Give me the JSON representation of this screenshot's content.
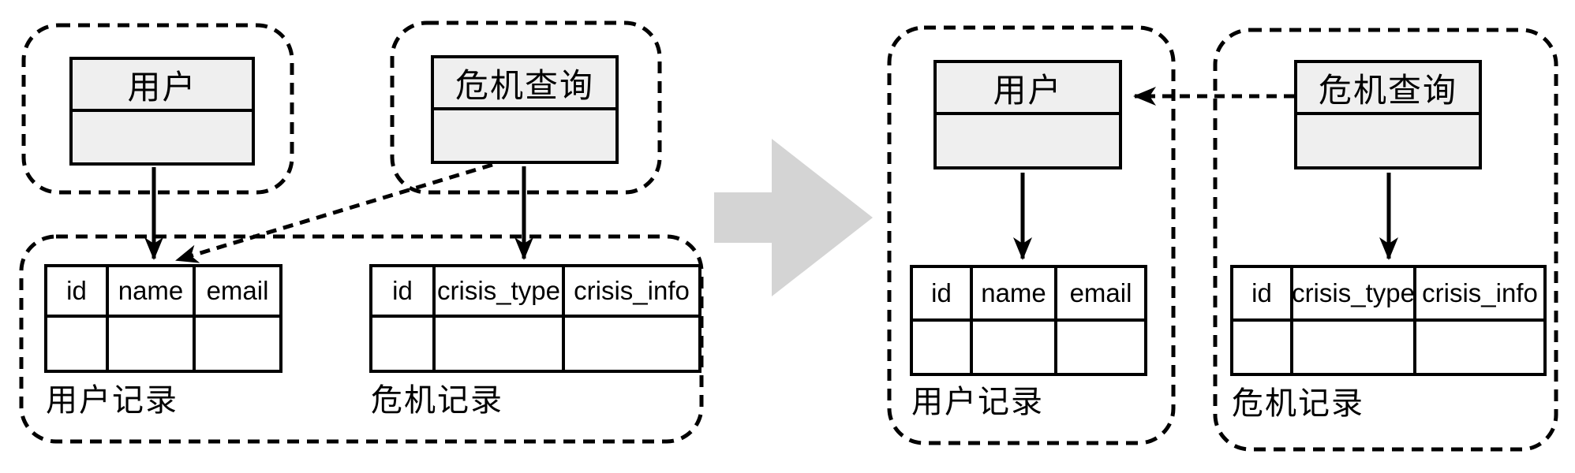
{
  "diagram": {
    "description_colors": {
      "class_fill": "#efefef",
      "stroke": "#000000",
      "transform_arrow": "#d4d4d4"
    },
    "before": {
      "user_class": {
        "title": "用户"
      },
      "crisis_class": {
        "title": "危机查询"
      },
      "user_table": {
        "caption": "用户记录",
        "headers": [
          "id",
          "name",
          "email"
        ],
        "body_rows": 1
      },
      "crisis_table": {
        "caption": "危机记录",
        "headers": [
          "id",
          "crisis_type",
          "crisis_info"
        ],
        "body_rows": 1
      }
    },
    "after": {
      "user_class": {
        "title": "用户"
      },
      "crisis_class": {
        "title": "危机查询"
      },
      "user_table": {
        "caption": "用户记录",
        "headers": [
          "id",
          "name",
          "email"
        ],
        "body_rows": 1
      },
      "crisis_table": {
        "caption": "危机记录",
        "headers": [
          "id",
          "crisis_type",
          "crisis_info"
        ],
        "body_rows": 1
      }
    }
  }
}
